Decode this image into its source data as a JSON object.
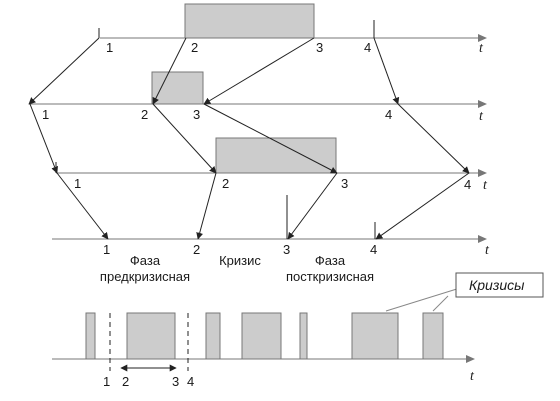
{
  "axis_symbol": "t",
  "rows": [
    {
      "id": "row1",
      "points": [
        "1",
        "2",
        "3",
        "4"
      ]
    },
    {
      "id": "row2",
      "points": [
        "1",
        "2",
        "3",
        "4"
      ]
    },
    {
      "id": "row3",
      "points": [
        "1",
        "2",
        "3",
        "4"
      ]
    },
    {
      "id": "row4",
      "points": [
        "1",
        "2",
        "3",
        "4"
      ]
    }
  ],
  "phase_labels": {
    "pre_line1": "Фаза",
    "pre_line2": "предкризисная",
    "crisis": "Кризис",
    "post_line1": "Фаза",
    "post_line2": "посткризисная"
  },
  "callout": {
    "label": "Кризисы"
  },
  "bottom_points": [
    "1",
    "2",
    "3",
    "4"
  ]
}
